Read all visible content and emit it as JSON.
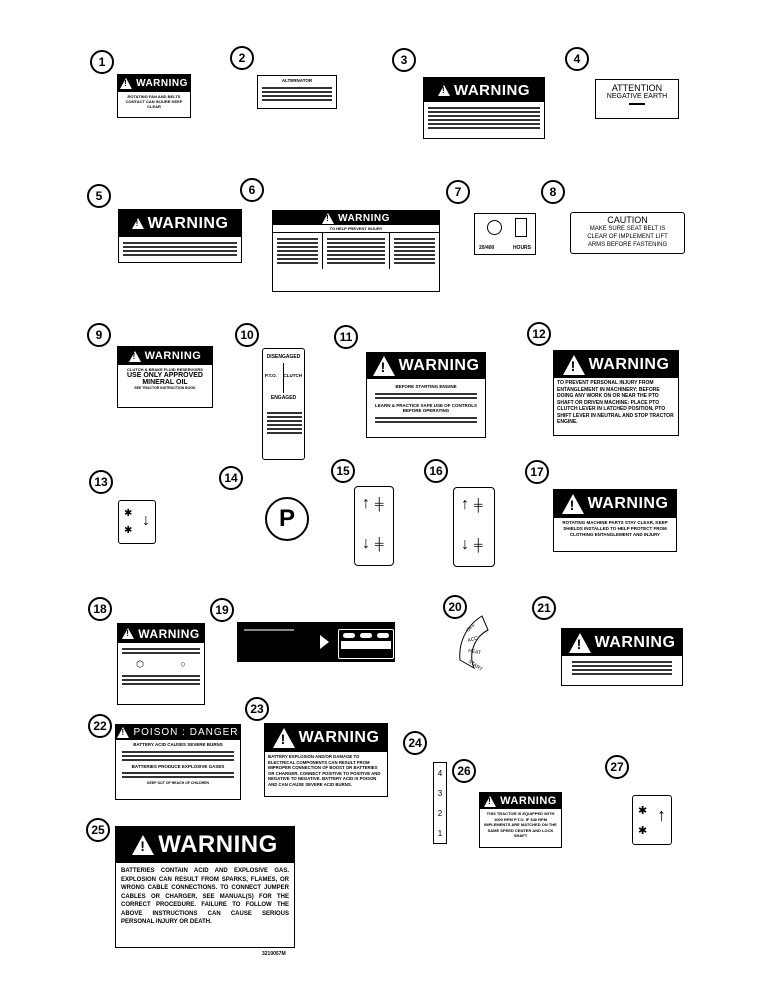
{
  "callouts": [
    "1",
    "2",
    "3",
    "4",
    "5",
    "6",
    "7",
    "8",
    "9",
    "10",
    "11",
    "12",
    "13",
    "14",
    "15",
    "16",
    "17",
    "18",
    "19",
    "20",
    "21",
    "22",
    "23",
    "24",
    "25",
    "26",
    "27"
  ],
  "warning_word": "WARNING",
  "decal1": {
    "text": "ROTATING FAN AND BELTS CONTACT CAN INJURE KEEP CLEAR"
  },
  "decal2": {
    "title": "ALTERNATOR"
  },
  "decal4": {
    "line1": "ATTENTION",
    "line2": "NEGATIVE EARTH"
  },
  "decal6": {
    "subhead": "TO HELP PREVENT INJURY"
  },
  "decal7": {
    "left": "20/400",
    "right": "HOURS"
  },
  "decal8": {
    "line1": "CAUTION",
    "line2": "MAKE SURE SEAT BELT IS",
    "line3": "CLEAR OF IMPLEMENT LIFT",
    "line4": "ARMS BEFORE FASTENING"
  },
  "decal9": {
    "line1": "CLUTCH & BRAKE FLUID RESERVOIRS",
    "line2": "USE ONLY APPROVED",
    "line3": "MINERAL OIL",
    "line4": "SEE TRACTOR INSTRUCTION BOOK"
  },
  "decal10": {
    "top": "DISENGAGED",
    "left": "P.T.O.",
    "right": "CLUTCH",
    "bottom": "ENGAGED"
  },
  "decal11": {
    "line1": "BEFORE STARTING ENGINE",
    "line2": "LEARN & PRACTICE SAFE USE OF CONTROLS BEFORE OPERATING"
  },
  "decal12": {
    "text": "TO PREVENT PERSONAL INJURY FROM ENTANGLEMENT IN MACHINERY: BEFORE DOING ANY WORK ON OR NEAR THE PTO SHAFT OR DRIVEN MACHINE: PLACE PTO CLUTCH LEVER IN LATCHED POSITION, PTO SHIFT LEVER IN NEUTRAL AND STOP TRACTOR ENGINE."
  },
  "decal14": {
    "symbol": "P"
  },
  "decal17": {
    "text": "ROTATING MACHINE PARTS STAY CLEAR, KEEP SHIELDS INSTALLED TO HELP PROTECT FROM CLOTHING ENTANGLEMENT AND INJURY"
  },
  "decal20": {
    "labels": [
      "OFF",
      "ACC",
      "HEAT",
      "START"
    ]
  },
  "decal22": {
    "header": "POISON : DANGER",
    "line1": "BATTERY ACID CAUSES SEVERE BURNS",
    "line2": "BATTERIES PRODUCE EXPLOSIVE GASES",
    "line3": "KEEP OUT OF REACH OF CHILDREN"
  },
  "decal23": {
    "text": "BATTERY EXPLOSION AND/OR DAMAGE TO ELECTRICAL COMPONENTS CAN RESULT FROM IMPROPER CONNECTION OF BOOST OR BATTERIES OR CHARGER. CONNECT POSITIVE TO POSITIVE AND NEGATIVE TO NEGATIVE. BATTERY ACID IS POISON AND CAN CAUSE SEVERE ACID BURNS."
  },
  "decal24": {
    "numbers": [
      "4",
      "3",
      "2",
      "1"
    ]
  },
  "decal25": {
    "text": "BATTERIES CONTAIN ACID AND EXPLOSIVE GAS. EXPLOSION CAN RESULT FROM SPARKS, FLAMES, OR WRONG CABLE CONNECTIONS. TO CONNECT JUMPER CABLES OR CHARGER, SEE MANUAL(S) FOR THE CORRECT PROCEDURE. FAILURE TO FOLLOW THE ABOVE INSTRUCTIONS CAN CAUSE SERIOUS PERSONAL INJURY OR DEATH.",
    "part_no": "3210057M"
  },
  "decal26": {
    "text": "THIS TRACTOR IS EQUIPPED WITH 1000 RPM P.T.O. IF 540 RPM IMPLEMENTS ARE MATCHED ON THE SAME SPEED CENTER AND LOCK SHAFT"
  }
}
